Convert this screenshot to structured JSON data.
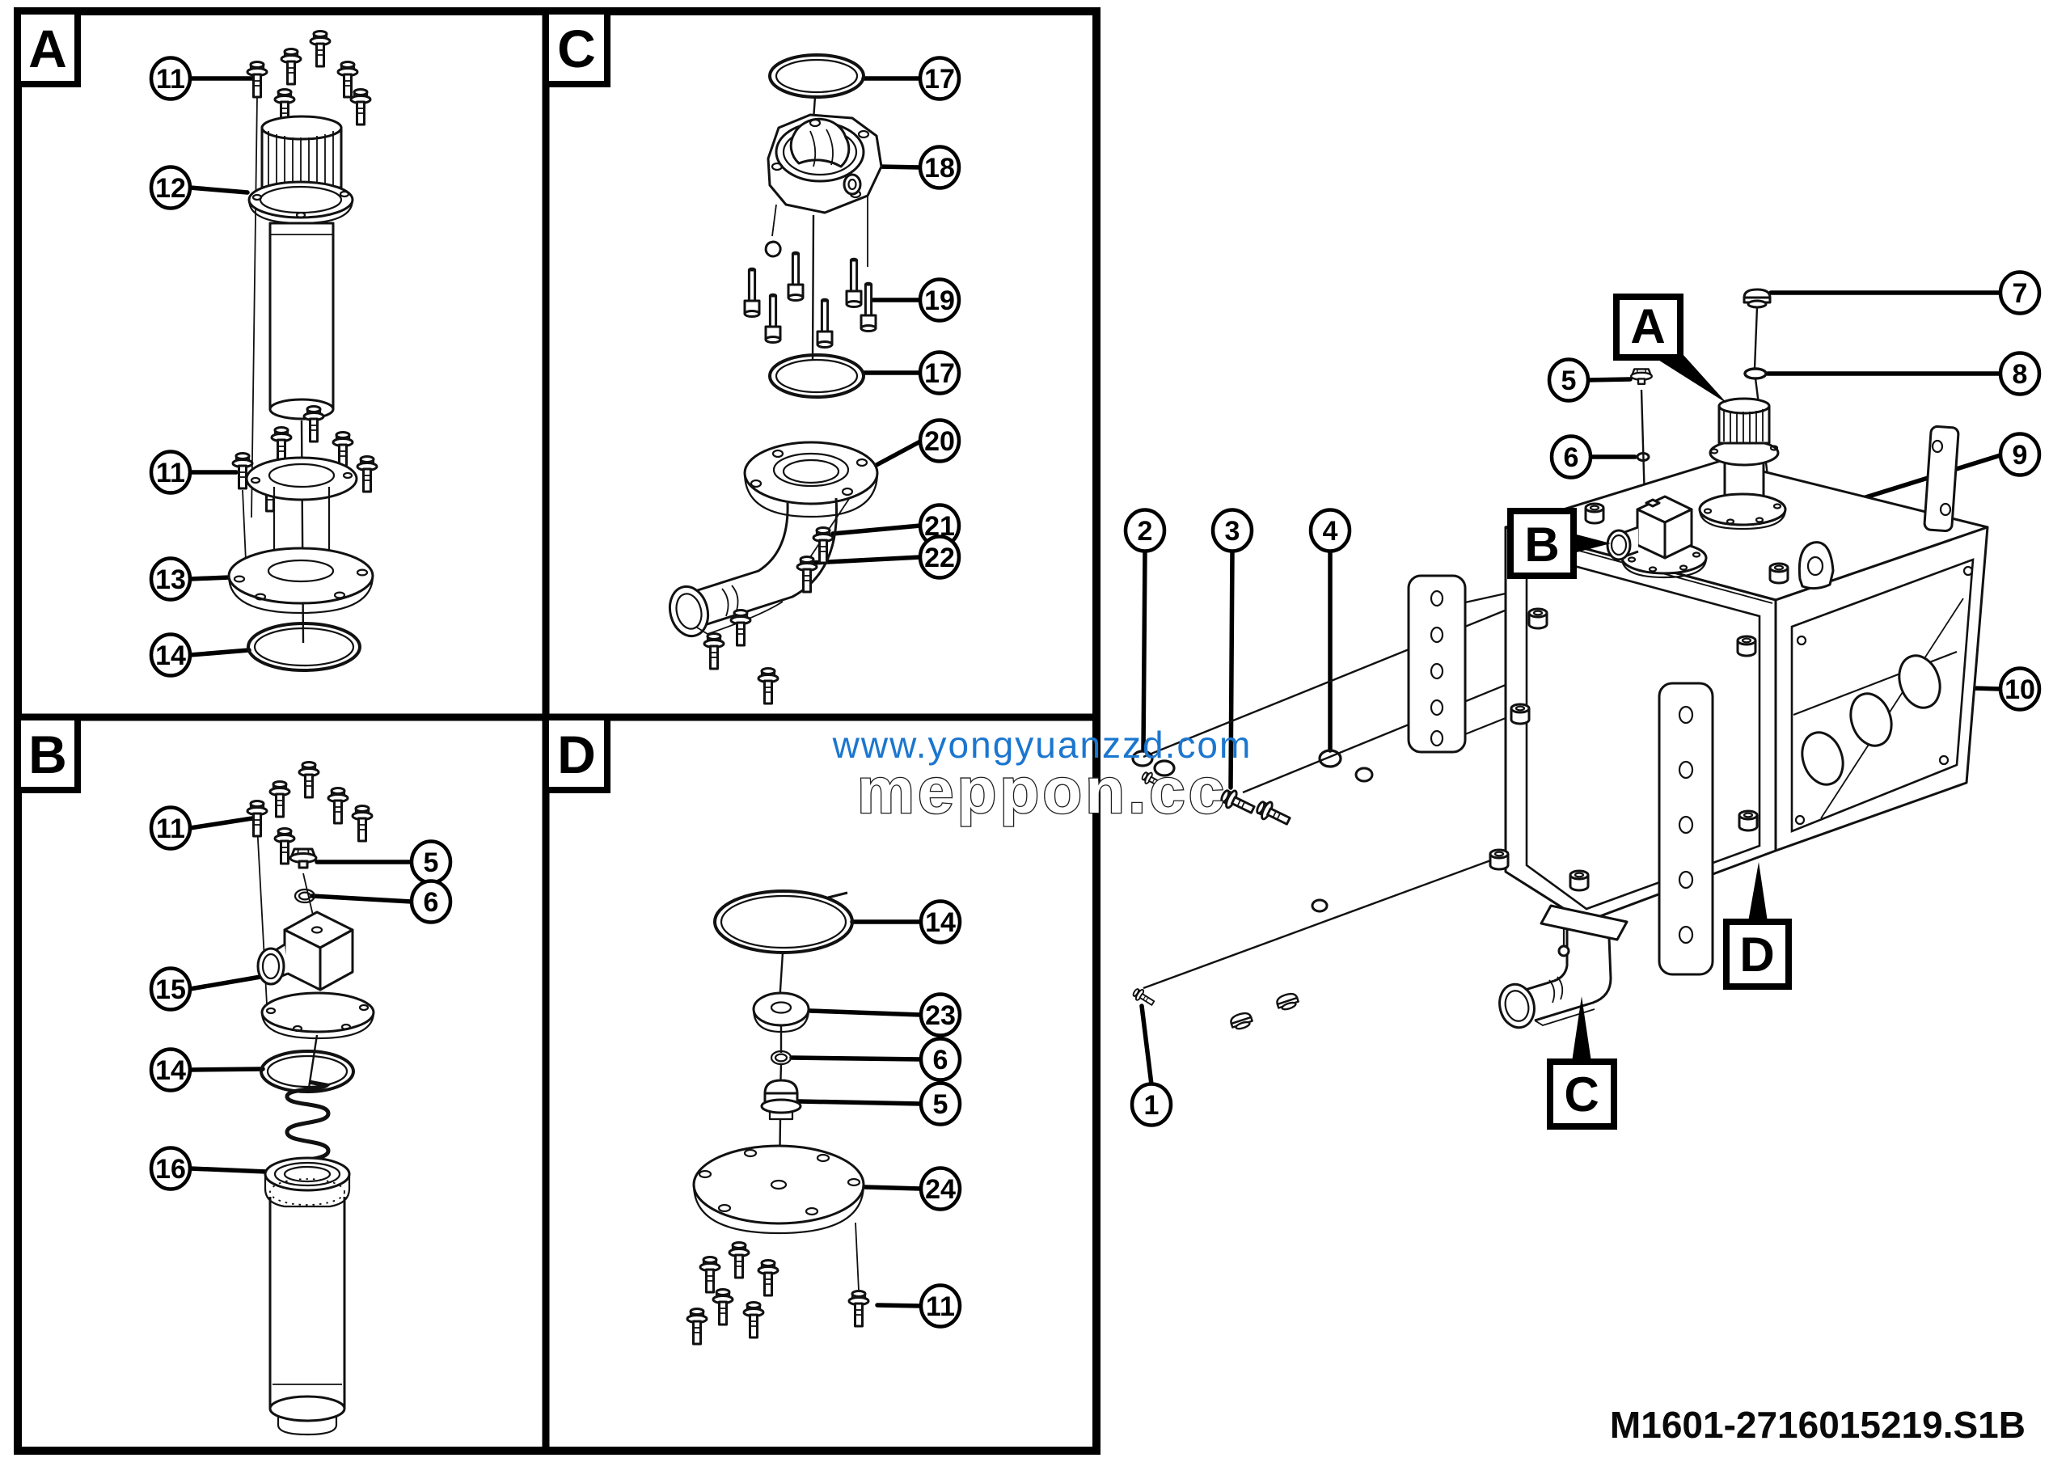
{
  "doc": {
    "part_number": "M1601-2716015219.S1B",
    "watermark": {
      "line1": "www.yongyuanzzd.com",
      "line2": "meppon.cc",
      "color": "#1b76cf"
    },
    "line_color": "#111111"
  },
  "panels": {
    "A": {
      "label": "A",
      "callouts": [
        "11",
        "12",
        "11",
        "13",
        "14"
      ]
    },
    "C": {
      "label": "C",
      "callouts": [
        "17",
        "18",
        "19",
        "17",
        "20",
        "21",
        "22"
      ]
    },
    "B": {
      "label": "B",
      "callouts": [
        "11",
        "5",
        "6",
        "15",
        "14",
        "16"
      ]
    },
    "D": {
      "label": "D",
      "callouts": [
        "14",
        "23",
        "6",
        "5",
        "24",
        "11"
      ]
    }
  },
  "assembly": {
    "callouts": [
      "1",
      "2",
      "3",
      "4",
      "5",
      "6",
      "7",
      "8",
      "9",
      "10"
    ],
    "ref_labels": [
      "A",
      "B",
      "C",
      "D"
    ]
  }
}
